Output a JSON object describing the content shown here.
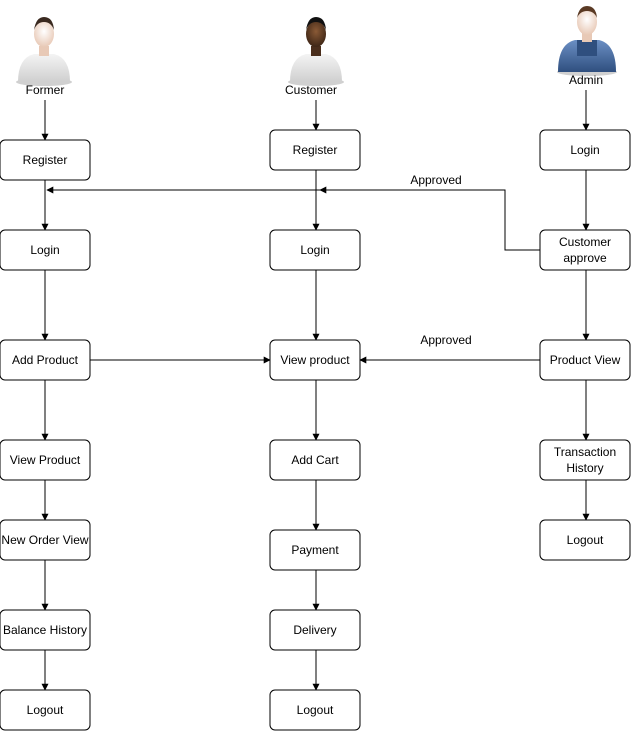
{
  "actors": {
    "former": {
      "label": "Former",
      "icon": "farmer-user-icon"
    },
    "customer": {
      "label": "Customer",
      "icon": "customer-user-icon"
    },
    "admin": {
      "label": "Admin",
      "icon": "admin-user-icon"
    }
  },
  "former_flow": {
    "register": "Register",
    "login": "Login",
    "add_product": "Add Product",
    "view_product": "View Product",
    "new_order_view": "New Order View",
    "balance_history": "Balance History",
    "logout": "Logout"
  },
  "customer_flow": {
    "register": "Register",
    "login": "Login",
    "view_product": "View product",
    "add_cart": "Add Cart",
    "payment": "Payment",
    "delivery": "Delivery",
    "logout": "Logout"
  },
  "admin_flow": {
    "login": "Login",
    "customer_approve_line1": "Customer",
    "customer_approve_line2": "approve",
    "product_view": "Product View",
    "transaction_history_line1": "Transaction",
    "transaction_history_line2": "History",
    "logout": "Logout"
  },
  "edge_labels": {
    "customer_approved": "Approved",
    "product_approved": "Approved"
  },
  "colors": {
    "stroke": "#000000",
    "box_fill": "#ffffff",
    "farmer_skin": "#f2d6c4",
    "customer_skin": "#5a3a24",
    "admin_overall": "#4a6fa5",
    "shirt": "#e6e6e6"
  }
}
